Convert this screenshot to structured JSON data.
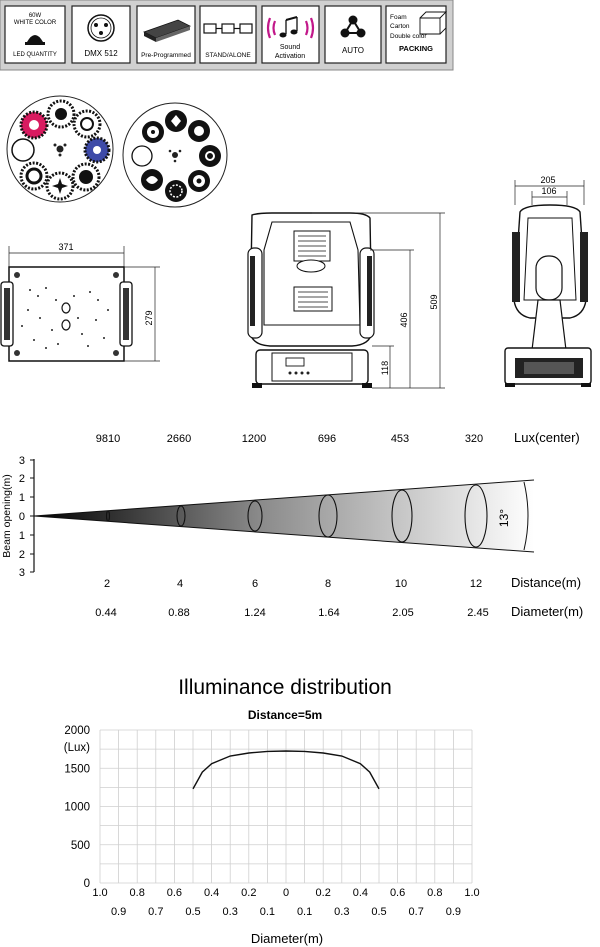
{
  "feature_bar": {
    "badges": [
      {
        "lines": [
          "60W",
          "WHITE COLOR",
          "LED QUANTITY"
        ]
      },
      {
        "lines": [
          "DMX   512"
        ]
      },
      {
        "lines": [
          "Pre-Programmed"
        ]
      },
      {
        "lines": [
          "STAND/ALONE"
        ]
      },
      {
        "lines": [
          "Sound",
          "Activation"
        ]
      },
      {
        "lines": [
          "AUTO"
        ]
      },
      {
        "lines": [
          "Foam",
          "Carton",
          "Double color",
          "PACKING"
        ]
      }
    ]
  },
  "dimensions": {
    "base_width": "371",
    "base_depth": "279",
    "body_height": "406",
    "total_height": "509",
    "base_height": "118",
    "side_width": "205",
    "side_inner": "106"
  },
  "beam_chart": {
    "lux_label": "Lux(center)",
    "lux_values": [
      "9810",
      "2660",
      "1200",
      "696",
      "453",
      "320"
    ],
    "ylabel": "Beam opening(m)",
    "y_ticks": [
      "3",
      "2",
      "1",
      "0",
      "1",
      "2",
      "3"
    ],
    "distance_label": "Distance(m)",
    "distances": [
      "2",
      "4",
      "6",
      "8",
      "10",
      "12"
    ],
    "diameter_label": "Diameter(m)",
    "diameters": [
      "0.44",
      "0.88",
      "1.24",
      "1.64",
      "2.05",
      "2.45"
    ],
    "angle": "13°"
  },
  "chart_data": {
    "type": "line",
    "title": "Illuminance distribution",
    "subtitle": "Distance=5m",
    "xlabel": "Diameter(m)",
    "ylabel": "(Lux)",
    "ylim": [
      0,
      2000
    ],
    "xlim": [
      -1.0,
      1.0
    ],
    "y_ticks": [
      "0",
      "500",
      "1000",
      "1500",
      "2000"
    ],
    "x_ticks_top": [
      "1.0",
      "0.8",
      "0.6",
      "0.4",
      "0.2",
      "0",
      "0.2",
      "0.4",
      "0.6",
      "0.8",
      "1.0"
    ],
    "x_ticks_bottom": [
      "0.9",
      "0.7",
      "0.5",
      "0.3",
      "0.1",
      "0.1",
      "0.3",
      "0.5",
      "0.7",
      "0.9"
    ],
    "grid": true,
    "series": [
      {
        "x": [
          -0.5,
          -0.45,
          -0.4,
          -0.3,
          -0.2,
          -0.1,
          0,
          0.1,
          0.2,
          0.3,
          0.4,
          0.45,
          0.5
        ],
        "y": [
          1230,
          1450,
          1560,
          1660,
          1700,
          1720,
          1725,
          1720,
          1700,
          1660,
          1560,
          1450,
          1230
        ]
      }
    ]
  }
}
